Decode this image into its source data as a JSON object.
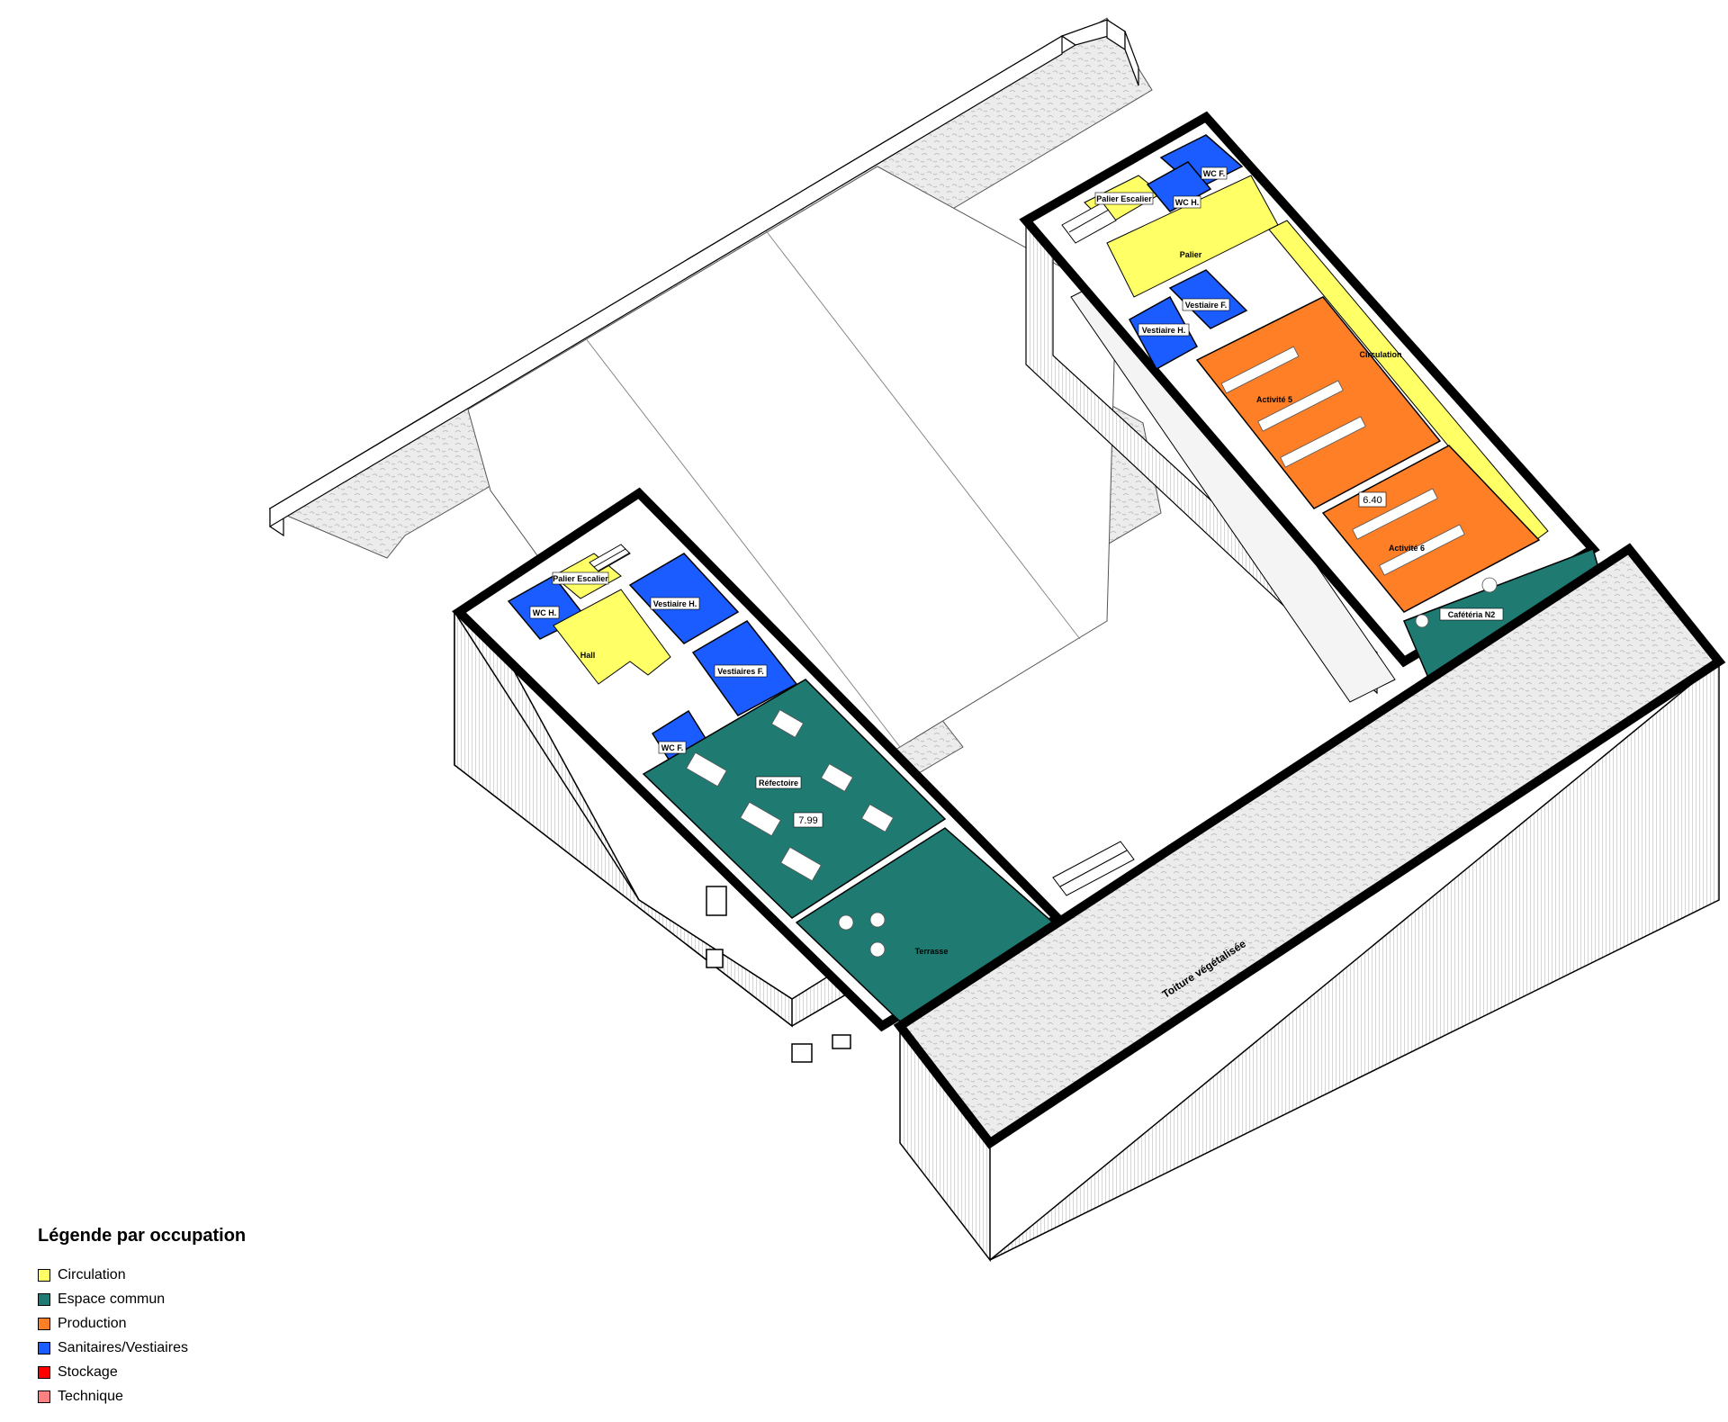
{
  "rooms": {
    "palier_escalier_right": "Palier Escalier",
    "wc_f_right": "WC F.",
    "wc_h_right": "WC H.",
    "palier": "Palier",
    "vestiaire_f_right": "Vestiaire F.",
    "vestiaire_h_right": "Vestiaire H.",
    "circulation": "Circulation",
    "activite5": "Activité 5",
    "activite6": "Activité 6",
    "cafeteria": "Cafétéria N2",
    "level_640": "6.40",
    "palier_escalier_left": "Palier Escalier",
    "wc_h_left": "WC H.",
    "vestiaire_h_left": "Vestiaire H.",
    "hall": "Hall",
    "vestiaires_f_left": "Vestiaires F.",
    "wc_f_left": "WC F.",
    "refectoire": "Réfectoire",
    "level_799": "7.99",
    "terrasse": "Terrasse",
    "toiture": "Toiture végétalisée"
  },
  "legend": {
    "title": "Légende par occupation",
    "items": [
      {
        "label": "Circulation",
        "color": "#ffff66"
      },
      {
        "label": "Espace commun",
        "color": "#1f7a72"
      },
      {
        "label": "Production",
        "color": "#ff7f27"
      },
      {
        "label": "Sanitaires/Vestiaires",
        "color": "#1a5cff"
      },
      {
        "label": "Stockage",
        "color": "#ff0000"
      },
      {
        "label": "Technique",
        "color": "#ff8080"
      }
    ]
  },
  "colors": {
    "circulation": "#ffff66",
    "espace_commun": "#1f7a72",
    "production": "#ff7f27",
    "sanitaires": "#1a5cff",
    "roof_texture": "#e6e6e6"
  }
}
